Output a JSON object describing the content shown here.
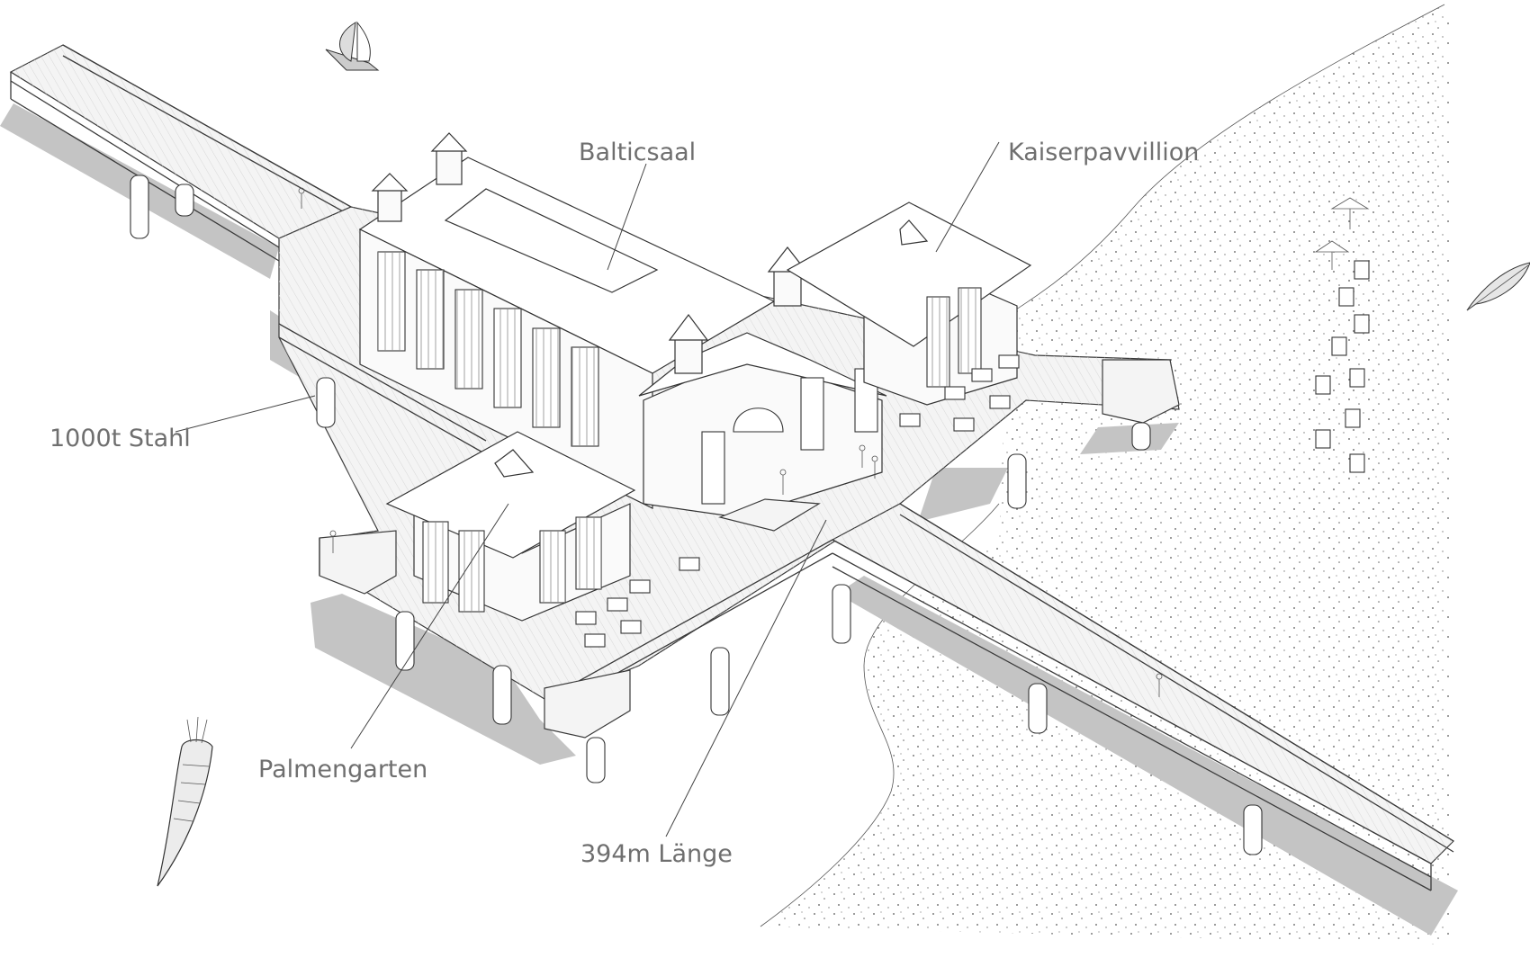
{
  "labels": {
    "balticsaal": "Balticsaal",
    "kaiserpavillon": "Kaiserpavvillion",
    "stahl": "1000t Stahl",
    "palmengarten": "Palmengarten",
    "laenge": "394m Länge"
  }
}
